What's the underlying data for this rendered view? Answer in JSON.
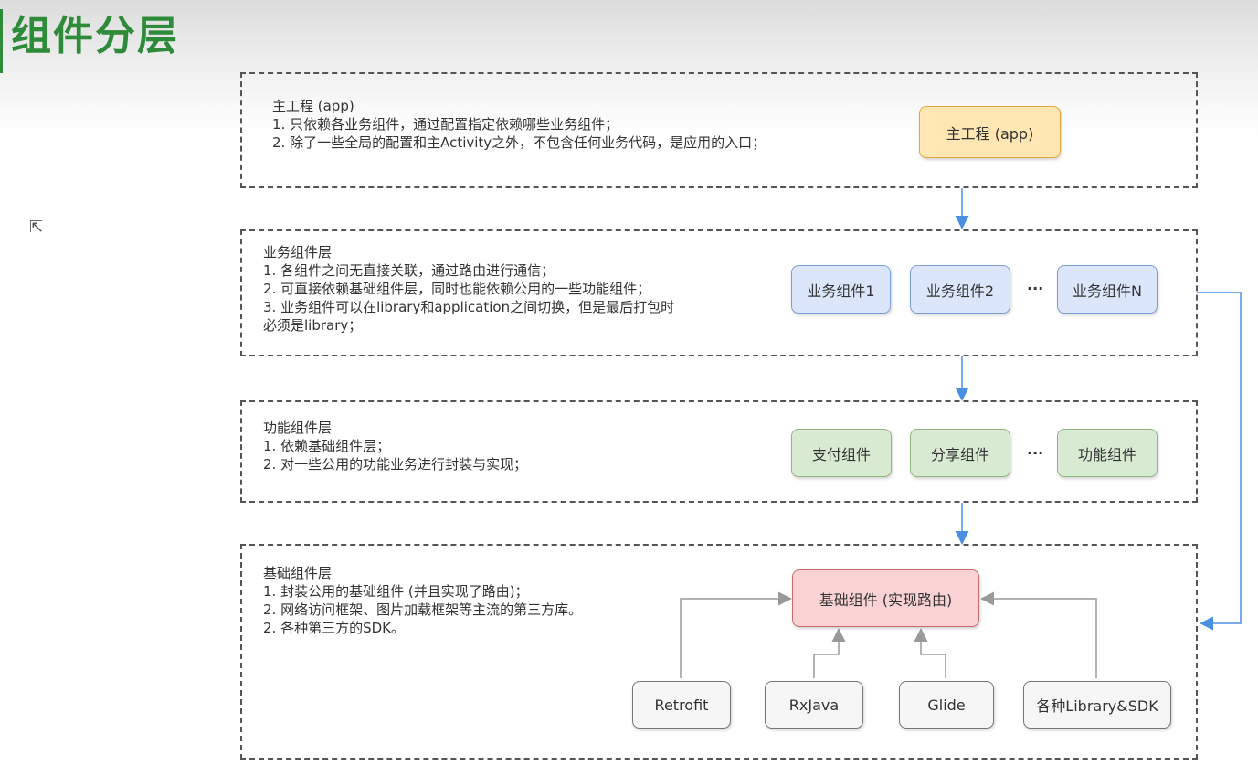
{
  "page": {
    "title": "组件分层"
  },
  "layers": {
    "app": {
      "lines": [
        "主工程 (app)",
        "1. 只依赖各业务组件，通过配置指定依赖哪些业务组件；",
        "2. 除了一些全局的配置和主Activity之外，不包含任何业务代码，是应用的入口；"
      ],
      "node": "主工程 (app)"
    },
    "business": {
      "lines": [
        "业务组件层",
        "1. 各组件之间无直接关联，通过路由进行通信；",
        "2. 可直接依赖基础组件层，同时也能依赖公用的一些功能组件；",
        "3. 业务组件可以在library和application之间切换，但是最后打包时",
        "必须是library；"
      ],
      "nodes": [
        "业务组件1",
        "业务组件2",
        "业务组件N"
      ],
      "ellipsis": "···"
    },
    "feature": {
      "lines": [
        "功能组件层",
        "1. 依赖基础组件层；",
        "2. 对一些公用的功能业务进行封装与实现；"
      ],
      "nodes": [
        "支付组件",
        "分享组件",
        "功能组件"
      ],
      "ellipsis": "···"
    },
    "base": {
      "lines": [
        "基础组件层",
        "1. 封装公用的基础组件 (并且实现了路由)；",
        "2. 网络访问框架、图片加载框架等主流的第三方库。",
        "2. 各种第三方的SDK。"
      ],
      "node": "基础组件 (实现路由)",
      "libs": [
        "Retrofit",
        "RxJava",
        "Glide",
        "各种Library&SDK"
      ]
    }
  },
  "colors": {
    "title": "#2e8b3a",
    "arrow_blue": "#4a90e2",
    "arrow_gray": "#999999"
  }
}
